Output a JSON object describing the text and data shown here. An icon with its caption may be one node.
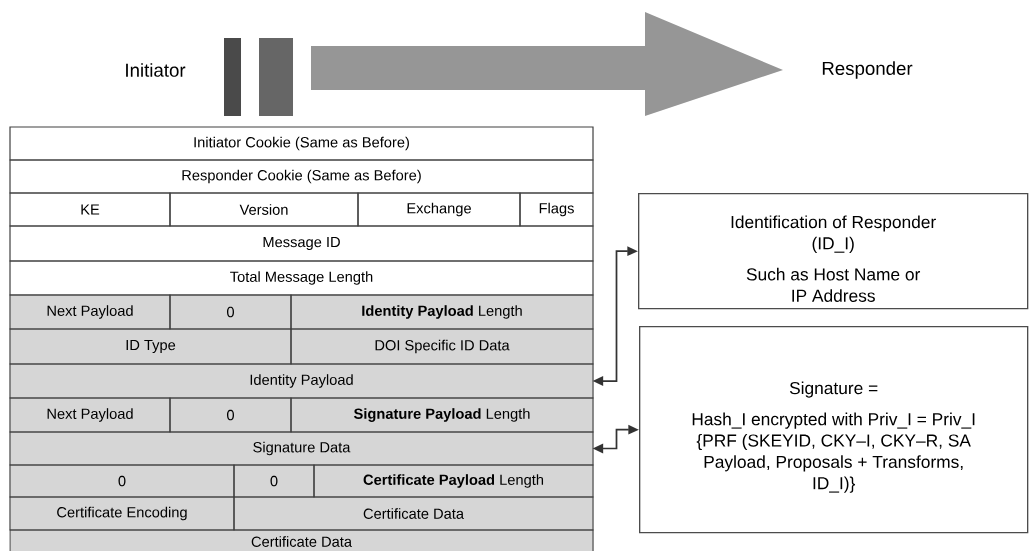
{
  "diagram": {
    "nodes": [
      {
        "text": [
          "Initiator"
        ]
      },
      {
        "text": [
          "Responder"
        ]
      },
      {
        "text": [
          "Initiator Cookie (Same as Before)"
        ]
      },
      {
        "text": [
          "Responder Cookie (Same as Before)"
        ]
      },
      {
        "text": [
          "KE"
        ]
      },
      {
        "text": [
          "Version"
        ]
      },
      {
        "text": [
          "Exchange"
        ]
      },
      {
        "text": [
          "Flags"
        ]
      },
      {
        "text": [
          "Message ID"
        ]
      },
      {
        "text": [
          "Total Message Length"
        ]
      },
      {
        "text": [
          "Next Payload"
        ]
      },
      {
        "text": [
          "0"
        ]
      },
      {
        "text": [
          "**Identity Payload** Length"
        ]
      },
      {
        "text": [
          "ID Type"
        ]
      },
      {
        "text": [
          "DOI Specific ID Data"
        ]
      },
      {
        "text": [
          "Identity Payload"
        ]
      },
      {
        "text": [
          "Next Payload"
        ]
      },
      {
        "text": [
          "0"
        ]
      },
      {
        "text": [
          "**Signature Payload** Length"
        ]
      },
      {
        "text": [
          "Signature Data"
        ]
      },
      {
        "text": [
          "0"
        ]
      },
      {
        "text": [
          "0"
        ]
      },
      {
        "text": [
          "**Certificate Payload** Length"
        ]
      },
      {
        "text": [
          "Certificate Encoding"
        ]
      },
      {
        "text": [
          "Certificate Data"
        ]
      },
      {
        "text": [
          "Certificate Data"
        ]
      },
      {
        "text": [
          "Identification of Responder (ID_I)",
          "Such as Host Name or IP Address"
        ]
      },
      {
        "text": [
          "Signature =",
          "Hash_I encrypted with Priv_I = Priv_I {PRF (SKEYID, CKY–I, CKY–R, SA Payload, Proposals + Transforms, ID_I)}"
        ]
      }
    ],
    "edges": [
      {
        "from": 0,
        "to": 1,
        "arrow": "to"
      },
      {
        "from": 15,
        "to": 26,
        "arrow": "both"
      },
      {
        "from": 19,
        "to": 27,
        "arrow": "both"
      }
    ]
  }
}
